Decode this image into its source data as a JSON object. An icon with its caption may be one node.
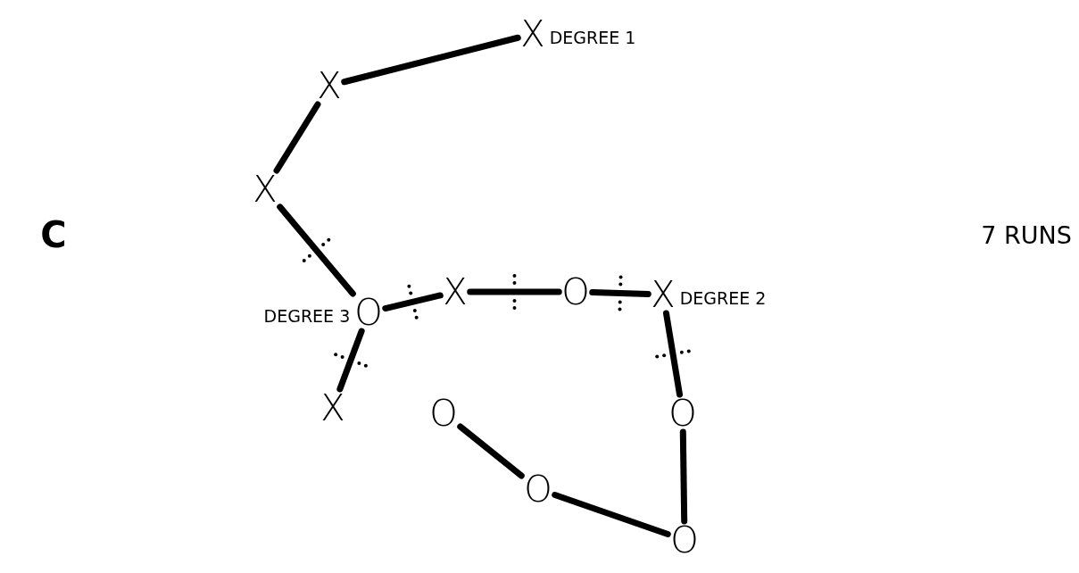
{
  "diagram": {
    "nodes": [
      {
        "text": [
          "X"
        ],
        "beside": [
          "DEGREE 1"
        ]
      },
      {
        "text": [
          "X"
        ]
      },
      {
        "text": [
          "X"
        ]
      },
      {
        "text": [
          "O"
        ],
        "beside": [
          "DEGREE 3"
        ]
      },
      {
        "text": [
          "X"
        ]
      },
      {
        "text": [
          "O"
        ]
      },
      {
        "text": [
          "X"
        ],
        "beside": [
          "DEGREE 2"
        ]
      },
      {
        "text": [
          "X"
        ]
      },
      {
        "text": [
          "O"
        ]
      },
      {
        "text": [
          "O"
        ]
      },
      {
        "text": [
          "O"
        ]
      },
      {
        "text": [
          "O"
        ]
      }
    ],
    "edges": [
      {
        "from": 0,
        "to": 1,
        "arrow": "none"
      },
      {
        "from": 1,
        "to": 2,
        "arrow": "none"
      },
      {
        "from": 2,
        "to": 3,
        "arrow": "none"
      },
      {
        "from": 3,
        "to": 4,
        "arrow": "none"
      },
      {
        "from": 4,
        "to": 5,
        "arrow": "none"
      },
      {
        "from": 5,
        "to": 6,
        "arrow": "none"
      },
      {
        "from": 3,
        "to": 7,
        "arrow": "none"
      },
      {
        "from": 6,
        "to": 8,
        "arrow": "none"
      },
      {
        "from": 8,
        "to": 11,
        "arrow": "none"
      },
      {
        "from": 9,
        "to": 10,
        "arrow": "none"
      },
      {
        "from": 10,
        "to": 11,
        "arrow": "none"
      }
    ],
    "labels": [
      "C",
      "7 RUNS"
    ]
  }
}
